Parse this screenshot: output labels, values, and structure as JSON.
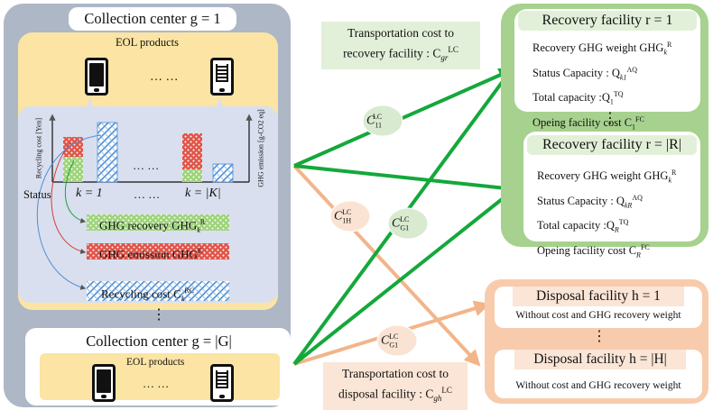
{
  "collection_center_1": {
    "title": "Collection center g = 1",
    "products_label": "EOL products",
    "dots": "… …"
  },
  "chart": {
    "y_left_label": "Recycling cost [Yen]",
    "y_right_label": "GHG emission [g-CO2 eq]",
    "status_label": "Status",
    "k_first": "k = 1",
    "k_last": "k = |K|",
    "dots_mid": "… …",
    "dots_axis": "… …"
  },
  "legend": {
    "ghg_recovery": "GHG recovery GHG",
    "ghg_recovery_sub": "k",
    "ghg_recovery_sup": "R",
    "ghg_emission": "GHG emission GHG",
    "ghg_emission_sup": "E",
    "recycling_cost": "Recycling cost C",
    "recycling_cost_sub": "k",
    "recycling_cost_sup": "RC"
  },
  "vertical_dots": "⋮",
  "collection_center_G": {
    "title": "Collection center g = |G|",
    "products_label": "EOL products",
    "dots": "… …"
  },
  "transport_recovery": {
    "line1": "Transportation cost to",
    "line2": "recovery facility : C",
    "sub": "gr",
    "sup": "LC"
  },
  "transport_disposal": {
    "line1": "Transportation cost to",
    "line2": "disposal facility : C",
    "sub": "gh",
    "sup": "LC"
  },
  "edge_labels": [
    {
      "base": "C",
      "sub": "11",
      "sup": "LC"
    },
    {
      "base": "C",
      "sub": "1H",
      "sup": "LC"
    },
    {
      "base": "C",
      "sub": "G1",
      "sup": "LC"
    },
    {
      "base": "C",
      "sub": "G1",
      "sup": "LC"
    }
  ],
  "recovery_1": {
    "title": "Recovery facility r = 1",
    "line1": "Recovery GHG weight GHG",
    "line1_sub": "k",
    "line1_sup": "R",
    "line2": "Status Capacity : Q",
    "line2_sub": "k1",
    "line2_sup": "AQ",
    "line3": "Total capacity :Q",
    "line3_sub": "1",
    "line3_sup": "TQ",
    "line4": "Opeing facility cost C",
    "line4_sub": "1",
    "line4_sup": "FC"
  },
  "recovery_R": {
    "title": "Recovery facility r = |R|",
    "line1": "Recovery GHG weight GHG",
    "line1_sub": "k",
    "line1_sup": "R",
    "line2": "Status Capacity : Q",
    "line2_sub": "kR",
    "line2_sup": "AQ",
    "line3": "Total capacity :Q",
    "line3_sub": "R",
    "line3_sup": "TQ",
    "line4": "Opeing facility cost C",
    "line4_sub": "R",
    "line4_sup": "FC"
  },
  "disposal_1": {
    "title": "Disposal facility h = 1",
    "desc": "Without cost and GHG recovery weight"
  },
  "disposal_H": {
    "title": "Disposal facility h = |H|",
    "desc": "Without cost and GHG recovery weight"
  },
  "colors": {
    "green_arrow": "#14a83b",
    "orange_arrow": "#f2b58a",
    "collection_bg": "#adb7c6",
    "eol_bg": "#fbe4a4",
    "recovery_bg": "#a7d18e",
    "disposal_bg": "#f8cbad"
  }
}
